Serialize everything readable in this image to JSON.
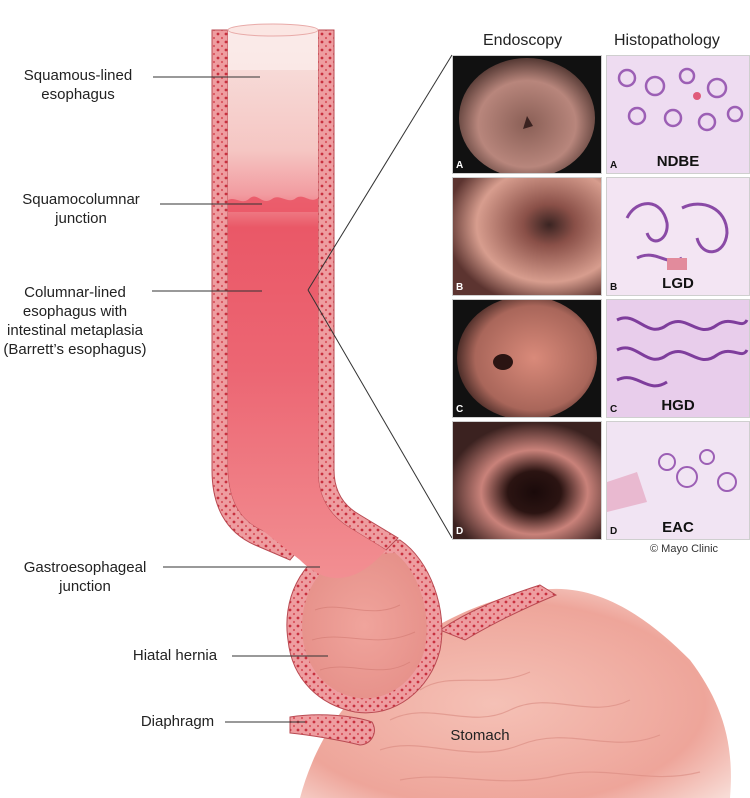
{
  "labels": {
    "squamous": [
      "Squamous-lined",
      "esophagus"
    ],
    "junction_sc": [
      "Squamocolumnar",
      "junction"
    ],
    "barrett": [
      "Columnar-lined",
      "esophagus with",
      "intestinal metaplasia",
      "(Barrett’s esophagus)"
    ],
    "ge_junction": [
      "Gastroesophageal",
      "junction"
    ],
    "hiatal": "Hiatal hernia",
    "diaphragm": "Diaphragm",
    "stomach": "Stomach"
  },
  "panel": {
    "col_endoscopy": "Endoscopy",
    "col_histo": "Histopathology",
    "rows": [
      {
        "letter": "A",
        "code": "NDBE"
      },
      {
        "letter": "B",
        "code": "LGD"
      },
      {
        "letter": "C",
        "code": "HGD"
      },
      {
        "letter": "D",
        "code": "EAC"
      }
    ],
    "credit": "© Mayo Clinic"
  },
  "colors": {
    "squamous": "#f7c9c6",
    "columnar": "#ef5a6a",
    "wall": "#e98a8f",
    "stomach": "#f1b3a8",
    "histo_bg": "#eedcf1",
    "histo_gland": "#9c5fb5"
  }
}
